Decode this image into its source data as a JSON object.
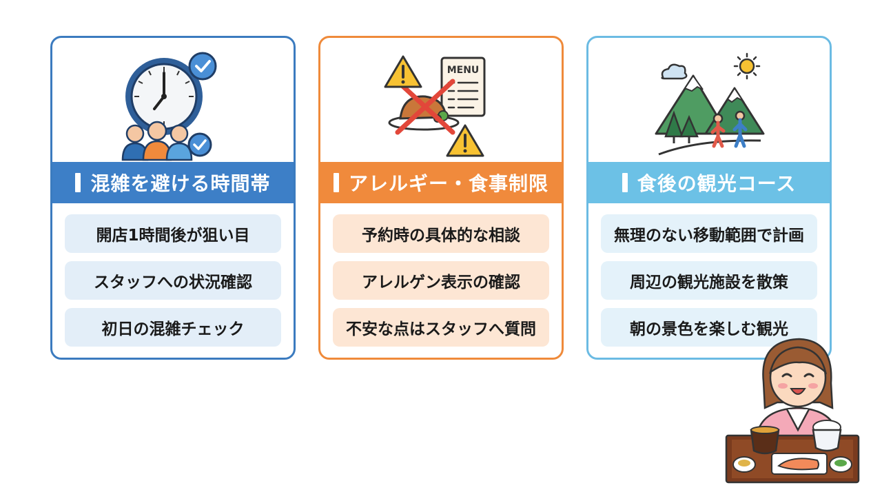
{
  "cards": [
    {
      "header": "混雑を避ける時間帯",
      "items": [
        "開店1時間後が狙い目",
        "スタッフへの状況確認",
        "初日の混雑チェック"
      ],
      "color": "#3d7fc7",
      "illustration": "clock-people-check-icon"
    },
    {
      "header": "アレルギー・食事制限",
      "items": [
        "予約時の具体的な相談",
        "アレルゲン表示の確認",
        "不安な点はスタッフへ質問"
      ],
      "color": "#f08a3c",
      "illustration": "menu-warning-icon",
      "menu_label": "MENU"
    },
    {
      "header": "食後の観光コース",
      "items": [
        "無理のない移動範囲で計画",
        "周辺の観光施設を散策",
        "朝の景色を楽しむ観光"
      ],
      "color": "#6cc1e6",
      "illustration": "mountain-hikers-icon"
    }
  ],
  "character": "woman-with-breakfast-tray"
}
